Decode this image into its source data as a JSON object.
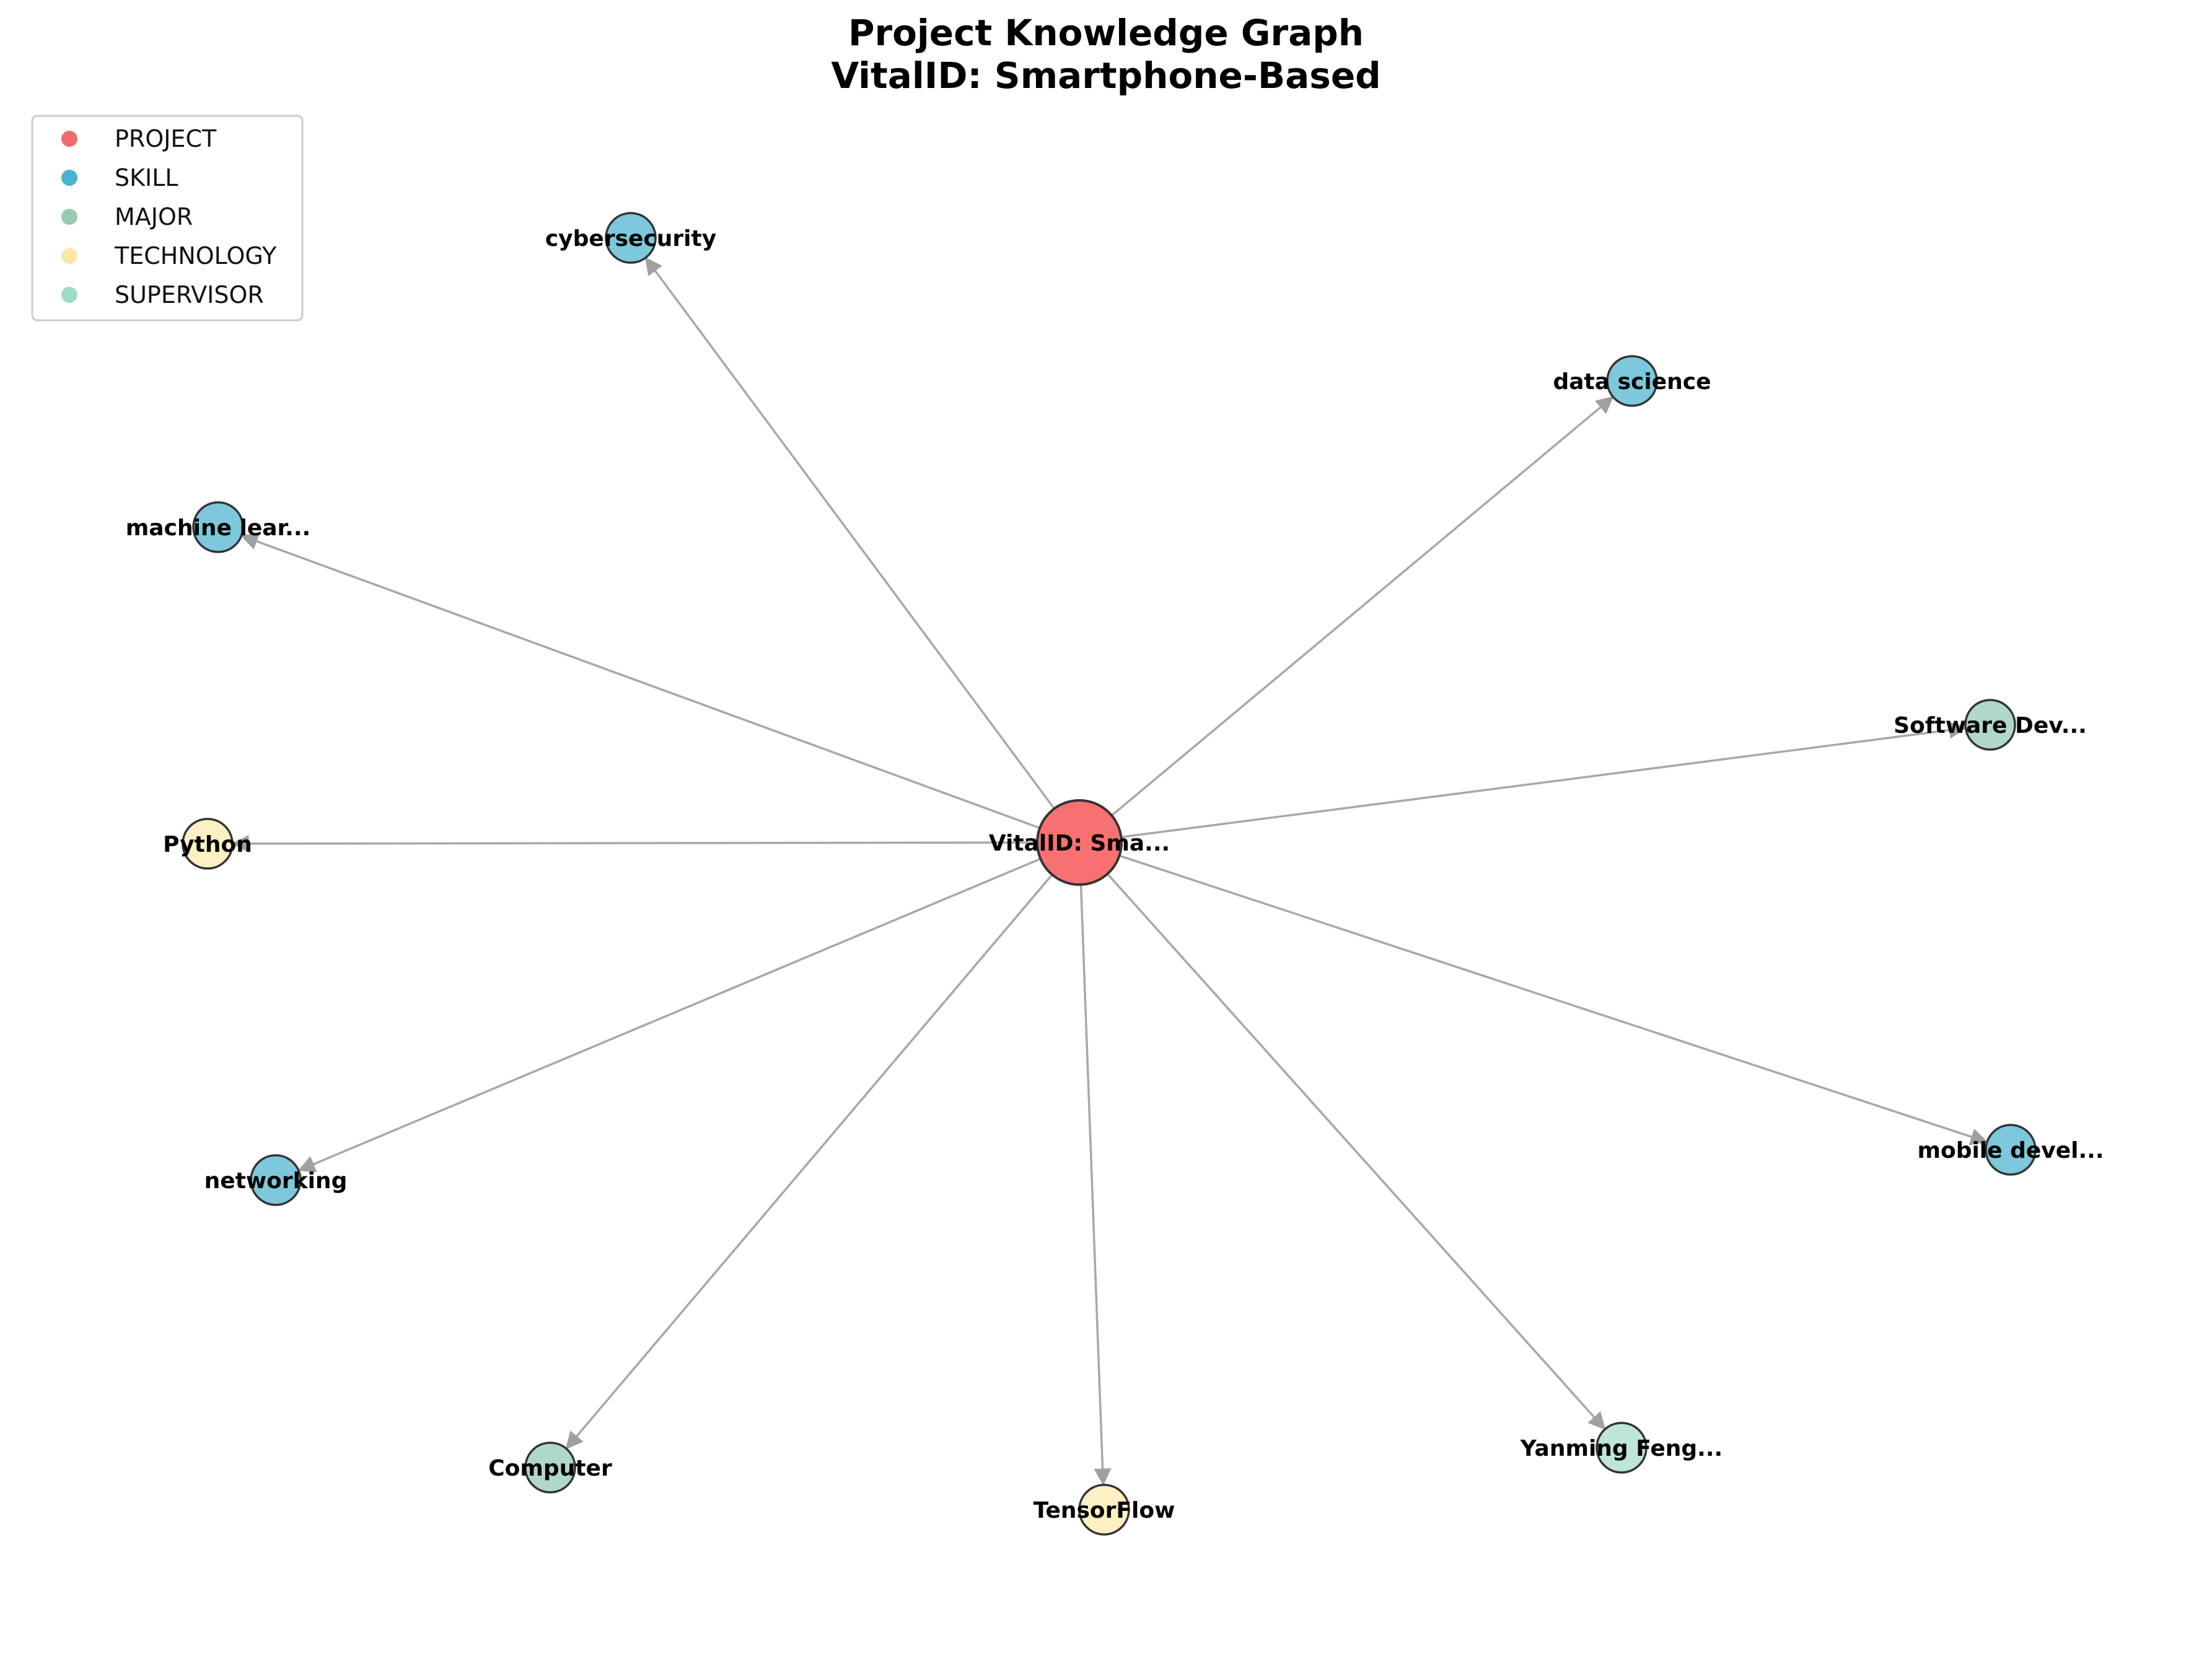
{
  "title": [
    "Project Knowledge Graph",
    "VitalID: Smartphone-Based"
  ],
  "colors": {
    "PROJECT": "#f87171",
    "SKILL": "#7dc8dc",
    "MAJOR": "#b0d8c8",
    "TECHNOLOGY": "#fdf0c4",
    "SUPERVISOR": "#bfe4da",
    "edge": "#a8a8a8",
    "node_stroke": "#333333"
  },
  "legend": [
    {
      "label": "PROJECT",
      "color": "#f26b6b"
    },
    {
      "label": "SKILL",
      "color": "#45b4cc"
    },
    {
      "label": "MAJOR",
      "color": "#96ccb0"
    },
    {
      "label": "TECHNOLOGY",
      "color": "#fce6a8"
    },
    {
      "label": "SUPERVISOR",
      "color": "#9fdac8"
    }
  ],
  "nodes": [
    {
      "id": "project",
      "label": "VitalID: Sma...",
      "type": "PROJECT"
    },
    {
      "id": "cybersecurity",
      "label": "cybersecurity",
      "type": "SKILL"
    },
    {
      "id": "data-science",
      "label": "data science",
      "type": "SKILL"
    },
    {
      "id": "machine-learning",
      "label": "machine lear...",
      "type": "SKILL"
    },
    {
      "id": "software-dev",
      "label": "Software Dev...",
      "type": "MAJOR"
    },
    {
      "id": "python",
      "label": "Python",
      "type": "TECHNOLOGY"
    },
    {
      "id": "networking",
      "label": "networking",
      "type": "SKILL"
    },
    {
      "id": "mobile-dev",
      "label": "mobile devel...",
      "type": "SKILL"
    },
    {
      "id": "computer",
      "label": "Computer",
      "type": "MAJOR"
    },
    {
      "id": "tensorflow",
      "label": "TensorFlow",
      "type": "TECHNOLOGY"
    },
    {
      "id": "yanming-feng",
      "label": "Yanming Feng...",
      "type": "SUPERVISOR"
    }
  ],
  "edges": [
    {
      "from": "project",
      "to": "cybersecurity"
    },
    {
      "from": "project",
      "to": "data-science"
    },
    {
      "from": "project",
      "to": "machine-learning"
    },
    {
      "from": "project",
      "to": "software-dev"
    },
    {
      "from": "project",
      "to": "python"
    },
    {
      "from": "project",
      "to": "networking"
    },
    {
      "from": "project",
      "to": "mobile-dev"
    },
    {
      "from": "project",
      "to": "computer"
    },
    {
      "from": "project",
      "to": "tensorflow"
    },
    {
      "from": "project",
      "to": "yanming-feng"
    }
  ]
}
